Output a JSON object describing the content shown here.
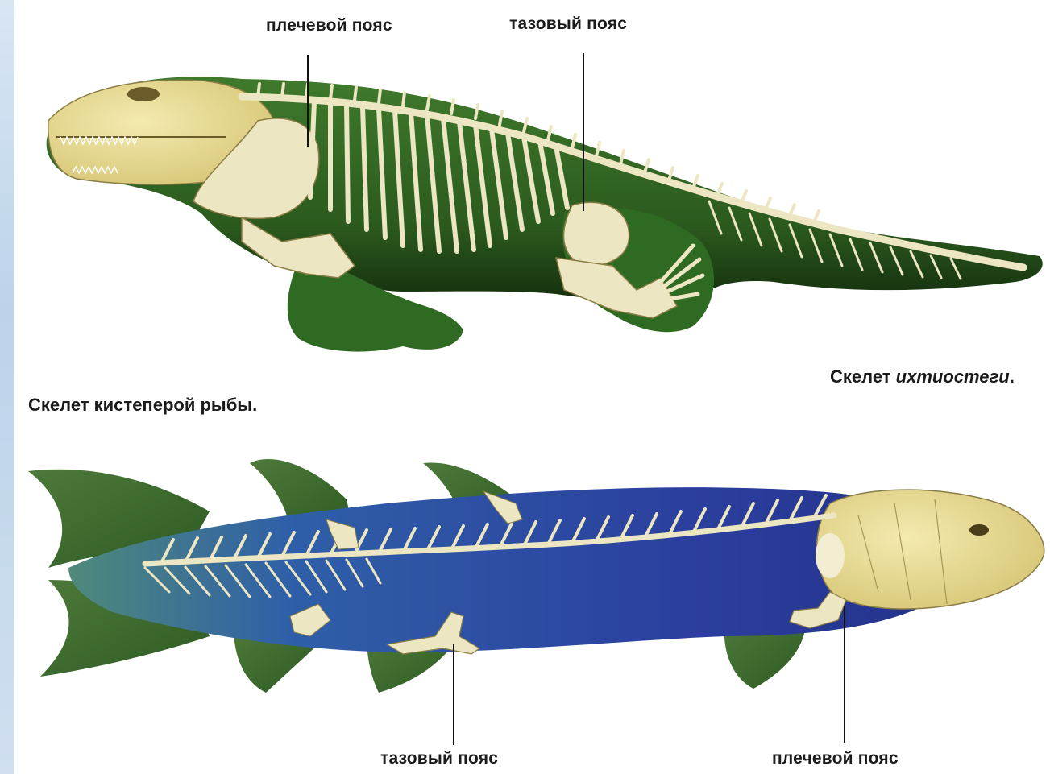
{
  "labels": {
    "top_shoulder": "плечевой пояс",
    "top_pelvic": "тазовый пояс",
    "bottom_pelvic": "тазовый пояс",
    "bottom_shoulder": "плечевой пояс"
  },
  "captions": {
    "ichthyostega_prefix": "Скелет ",
    "ichthyostega_name": "ихтиостеги",
    "ichthyostega_suffix": ".",
    "lobefin": "Скелет кистеперой рыбы."
  },
  "colors": {
    "green_body": "#2f6a22",
    "dark_body": "#0f2a0c",
    "bone": "#ece6c2",
    "bone_shadow": "#b8ad78",
    "fish_blue": "#2b3f9e",
    "fish_green": "#3c6a2a",
    "skull_yellow": "#e8d98a",
    "accent_strip": "#c9dbef"
  }
}
